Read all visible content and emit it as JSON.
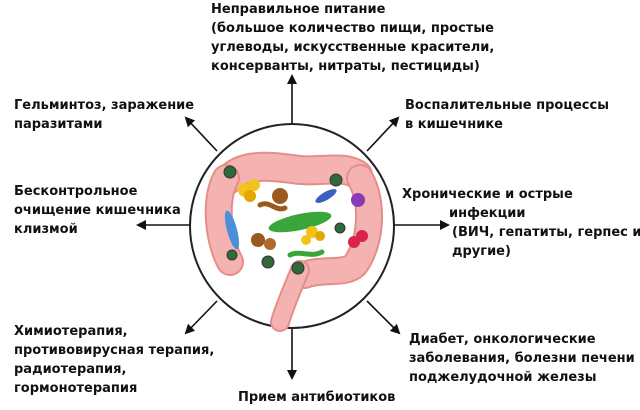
{
  "colors": {
    "text": "#111111",
    "arrow": "#111111",
    "circle_fill": "#ffffff",
    "circle_stroke": "#222222",
    "intestine": "#f4b3b0",
    "intestine_dark": "#e58d8a",
    "bacteria_green": "#3aa63a",
    "bacteria_blue": "#3b5fc0",
    "bacteria_purple": "#8b3ab5",
    "bacteria_yellow": "#f3c21b",
    "bacteria_brown": "#9b5a1d",
    "bacteria_red": "#d8234a"
  },
  "center_illustration": {
    "icon": "intestine-with-microbes-icon"
  },
  "causes": {
    "top": [
      "Неправильное питание",
      "(большое количество пищи, простые",
      "углеводы, искусственные красители,",
      "консерванты, нитраты, пестициды)"
    ],
    "top_right": [
      "Воспалительные процессы",
      "в кишечнике"
    ],
    "right": [
      "Хронические и острые",
      "инфекции",
      "(ВИЧ, гепатиты, герпес и",
      "другие)"
    ],
    "bottom_right": [
      "Диабет, онкологические",
      "заболевания, болезни печени и",
      "поджелудочной железы"
    ],
    "bottom": [
      "Прием антибиотиков"
    ],
    "bottom_left": [
      "Химиотерапия,",
      "противовирусная терапия,",
      "радиотерапия,",
      "гормонотерапия"
    ],
    "left": [
      "Бесконтрольное",
      "очищение кишечника",
      "клизмой"
    ],
    "top_left": [
      "Гельминтоз, заражение",
      "паразитами"
    ]
  }
}
